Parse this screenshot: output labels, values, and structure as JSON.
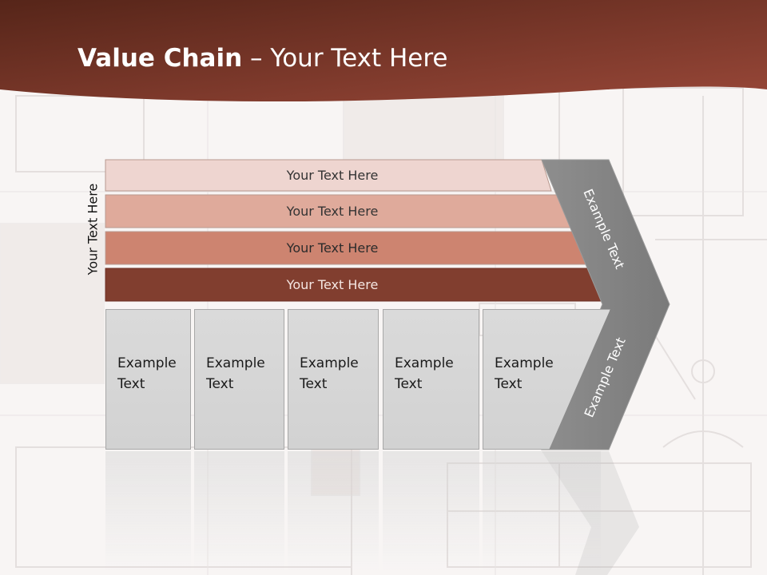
{
  "slide": {
    "title_bold": "Value Chain",
    "title_rest": " – Your Text Here",
    "vertical_label": "Your Text Here"
  },
  "bars": [
    {
      "label": "Your Text Here",
      "color": "#eed5d0",
      "text_color": "#333333"
    },
    {
      "label": "Your Text Here",
      "color": "#dfaa9b",
      "text_color": "#333333"
    },
    {
      "label": "Your Text Here",
      "color": "#cd8470",
      "text_color": "#2b2b2b"
    },
    {
      "label": "Your Text Here",
      "color": "#813e2f",
      "text_color": "#f5e6e2"
    }
  ],
  "chevron": {
    "top_label": "Example Text",
    "bottom_label": "Example Text",
    "color": "#858585"
  },
  "cells": [
    {
      "line1": "Example",
      "line2": "Text"
    },
    {
      "line1": "Example",
      "line2": "Text"
    },
    {
      "line1": "Example",
      "line2": "Text"
    },
    {
      "line1": "Example",
      "line2": "Text"
    },
    {
      "line1": "Example",
      "line2": "Text"
    }
  ],
  "colors": {
    "header_dark": "#5a2a21",
    "header_light": "#944436"
  }
}
